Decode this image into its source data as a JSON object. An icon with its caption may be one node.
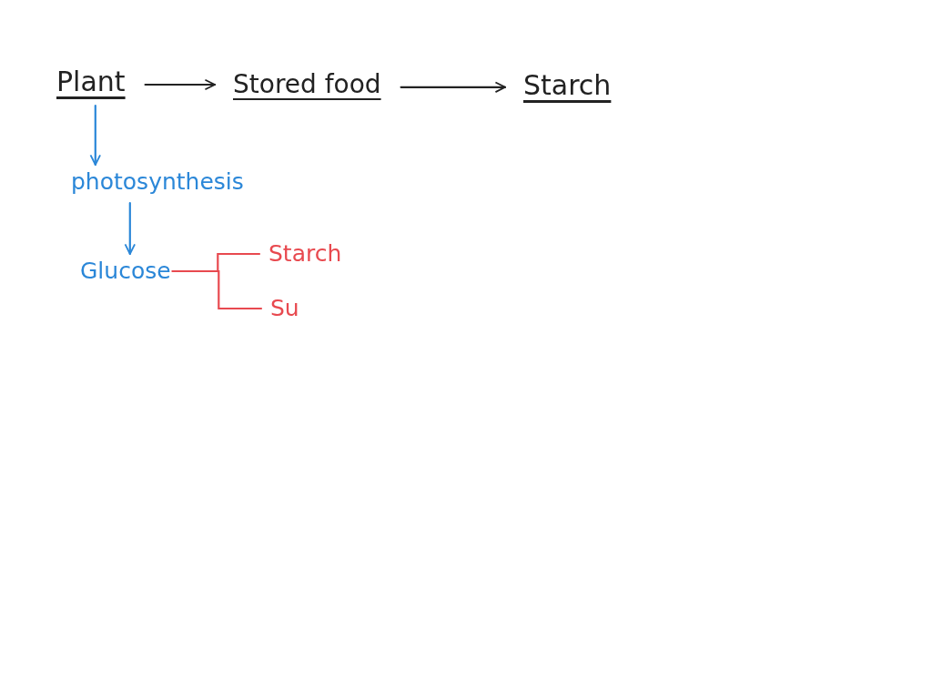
{
  "diagram": {
    "nodes": [
      {
        "text": [
          "Plant"
        ]
      },
      {
        "text": [
          "Stored food"
        ]
      },
      {
        "text": [
          "Starch"
        ]
      },
      {
        "text": [
          "photosynthesis"
        ]
      },
      {
        "text": [
          "Glucose"
        ]
      },
      {
        "text": [
          "Starch"
        ]
      },
      {
        "text": [
          "Su"
        ]
      }
    ],
    "edges": [
      {
        "from": 0,
        "to": 1,
        "arrow": "to"
      },
      {
        "from": 1,
        "to": 2,
        "arrow": "to"
      },
      {
        "from": 0,
        "to": 3,
        "arrow": "to",
        "color": "#2b87d8"
      },
      {
        "from": 3,
        "to": 4,
        "arrow": "to",
        "color": "#2b87d8"
      },
      {
        "from": 4,
        "to": 5,
        "arrow": "none",
        "color": "#e8494f"
      },
      {
        "from": 4,
        "to": 6,
        "arrow": "none",
        "color": "#e8494f"
      }
    ]
  }
}
